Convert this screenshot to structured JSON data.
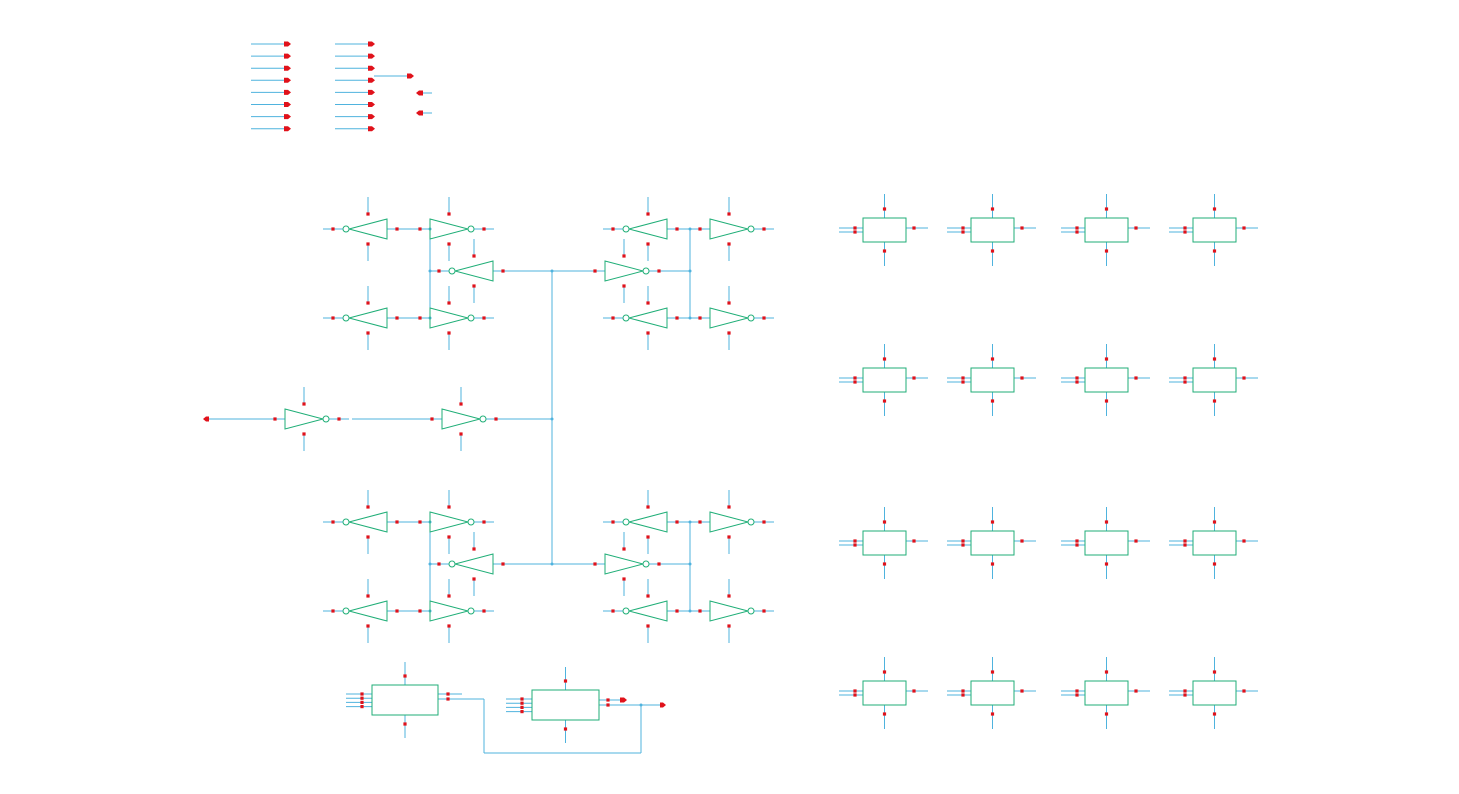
{
  "schematic": {
    "background_color": "#ffffff",
    "wire_color": "#4fb3de",
    "symbol_color": "#1fae77",
    "pin_color": "#e0121b",
    "pin_port_groups": [
      {
        "group": "input-pins-column-1",
        "count": 8
      },
      {
        "group": "input-pins-column-2",
        "count": 8
      },
      {
        "group": "output-pin",
        "count": 1
      },
      {
        "group": "inout-pins",
        "count": 2
      }
    ],
    "clock_tree": {
      "driver_chain_buffers": 2,
      "branch_clusters": 4,
      "inverters_per_cluster": 5
    },
    "register_cells": {
      "rows": 4,
      "columns": 4
    },
    "bottom_logic_blocks": 2
  }
}
